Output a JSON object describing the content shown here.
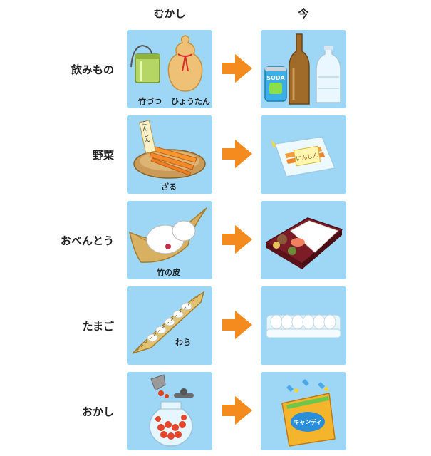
{
  "headers": {
    "old": "むかし",
    "new": "今"
  },
  "rows": [
    {
      "label": "飲みもの",
      "old_captions": [
        "竹づつ",
        "ひょうたん"
      ],
      "new_items": [
        "soda-can",
        "glass-bottle",
        "plastic-bottle"
      ],
      "can_text": "SODA"
    },
    {
      "label": "野菜",
      "old_captions": [
        "ざる"
      ],
      "tag_text": "にんじん",
      "bag_text": "にんじん"
    },
    {
      "label": "おべんとう",
      "old_captions": [
        "竹の皮"
      ]
    },
    {
      "label": "たまご",
      "old_captions": [
        "わら"
      ]
    },
    {
      "label": "おかし",
      "old_captions": [],
      "candy_text": "キャンディ"
    }
  ],
  "colors": {
    "tile": "#9ed7f6",
    "arrow": "#f58a1f"
  }
}
